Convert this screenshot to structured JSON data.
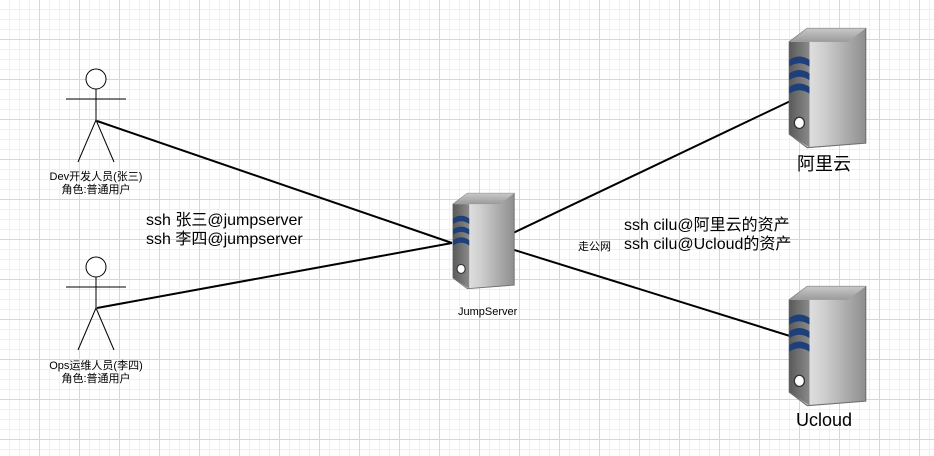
{
  "actors": [
    {
      "id": "dev",
      "name": "Dev开发人员(张三)",
      "role": "角色:普通用户"
    },
    {
      "id": "ops",
      "name": "Ops运维人员(李四)",
      "role": "角色:普通用户"
    }
  ],
  "jumpserver": {
    "label": "JumpServer"
  },
  "servers": [
    {
      "id": "aliyun",
      "label": "阿里云"
    },
    {
      "id": "ucloud",
      "label": "Ucloud"
    }
  ],
  "left_commands": [
    "ssh 张三@jumpserver",
    "ssh 李四@jumpserver"
  ],
  "right_commands": [
    "ssh cilu@阿里云的资产",
    "ssh cilu@Ucloud的资产"
  ],
  "public_network_label": "走公网"
}
